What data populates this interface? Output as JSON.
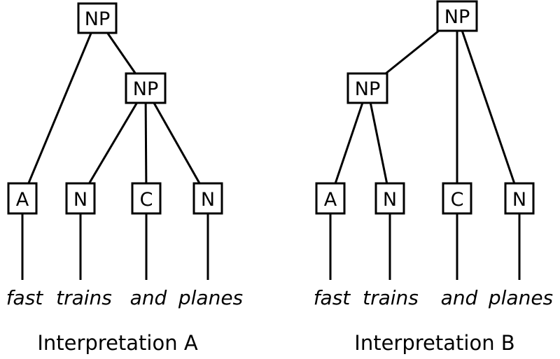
{
  "figure": {
    "background_color": "#ffffff",
    "stroke_color": "#000000",
    "trees": [
      {
        "id": "A",
        "caption": "Interpretation A",
        "root": {
          "label": "NP"
        },
        "inner": {
          "label": "NP"
        },
        "leaves": [
          {
            "label": "A",
            "word": "fast"
          },
          {
            "label": "N",
            "word": "trains"
          },
          {
            "label": "C",
            "word": "and"
          },
          {
            "label": "N",
            "word": "planes"
          }
        ]
      },
      {
        "id": "B",
        "caption": "Interpretation B",
        "root": {
          "label": "NP"
        },
        "inner": {
          "label": "NP"
        },
        "leaves": [
          {
            "label": "A",
            "word": "fast"
          },
          {
            "label": "N",
            "word": "trains"
          },
          {
            "label": "C",
            "word": "and"
          },
          {
            "label": "N",
            "word": "planes"
          }
        ]
      }
    ]
  }
}
